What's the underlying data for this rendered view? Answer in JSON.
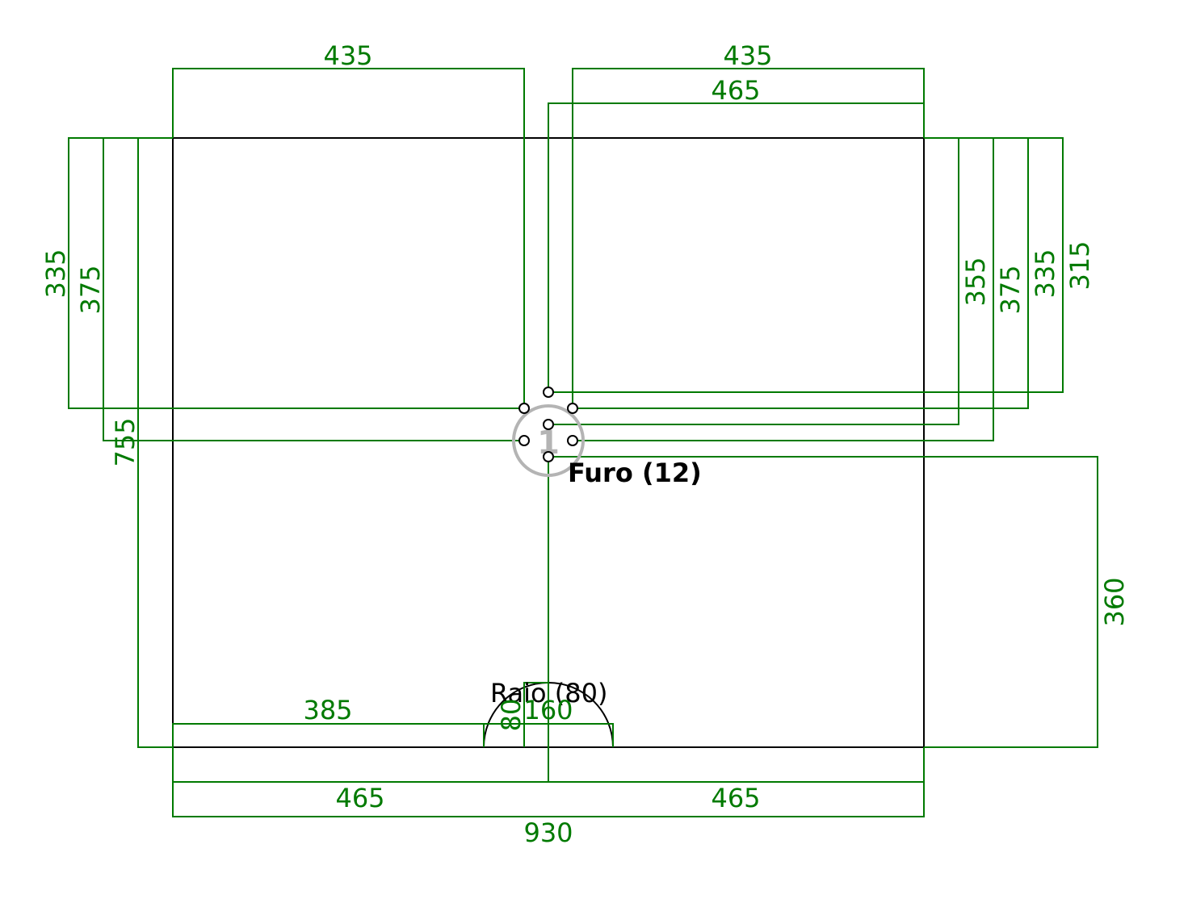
{
  "drawing": {
    "panel": {
      "width": 930,
      "height": 755
    },
    "labels": {
      "hole": "Furo (12)",
      "radius": "Raio (80)",
      "origin_marker": "1"
    },
    "dimensions": {
      "top_left_width": "435",
      "top_right_width": "435",
      "top_half_width": "465",
      "left_335": "335",
      "left_375": "375",
      "left_755": "755",
      "right_355": "355",
      "right_375": "375",
      "right_335": "335",
      "right_315": "315",
      "right_360": "360",
      "bottom_385": "385",
      "notch_width": "160",
      "notch_depth": "80",
      "bottom_left_465": "465",
      "bottom_right_465": "465",
      "total_width": "930"
    },
    "colors": {
      "dimension": "#007a00",
      "outline": "#000000",
      "marker": "#b4b4b4"
    }
  }
}
